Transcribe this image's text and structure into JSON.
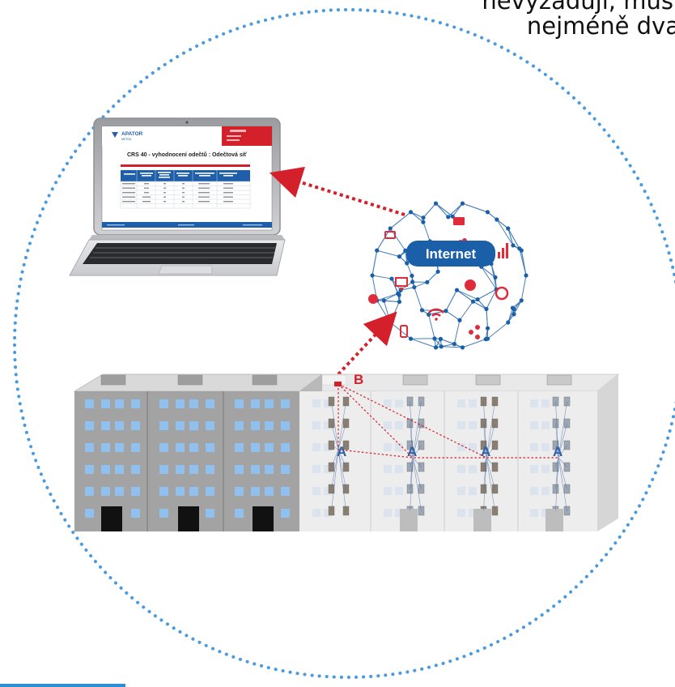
{
  "header": {
    "line1": "nevyžadují, musí",
    "line2": "nejméně dva"
  },
  "laptop_screen": {
    "brand": "APATOR",
    "brand_sub": "METRA",
    "title": "CRS 40 - vyhodnocení odečtů : Odečtová síť"
  },
  "network": {
    "label": "Internet"
  },
  "building": {
    "label_a": "A",
    "label_b": "B"
  },
  "colors": {
    "accent_red": "#d4202a",
    "internet_blue": "#1a5fa8",
    "dot_blue": "#4a9ae0"
  }
}
